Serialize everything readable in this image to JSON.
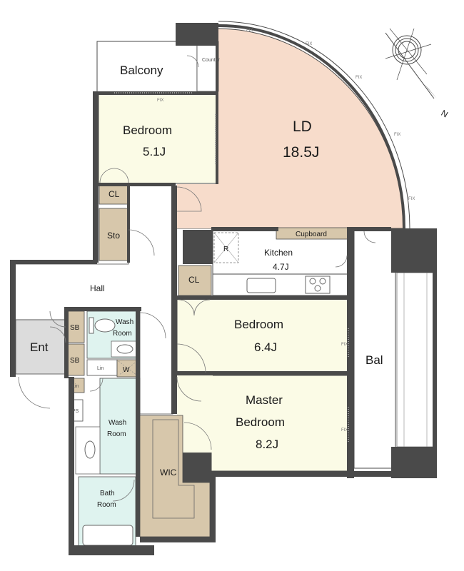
{
  "rooms": {
    "balcony_top": {
      "name": "Balcony"
    },
    "counter": {
      "name": "Counter"
    },
    "ld": {
      "name": "LD",
      "size": "18.5J"
    },
    "bedroom1": {
      "name": "Bedroom",
      "size": "5.1J"
    },
    "cl1": {
      "name": "CL"
    },
    "sto": {
      "name": "Sto"
    },
    "hall": {
      "name": "Hall"
    },
    "kitchen": {
      "name": "Kitchen",
      "size": "4.7J"
    },
    "cupboard": {
      "name": "Cupboard"
    },
    "refrigerator": {
      "name": "R"
    },
    "cl2": {
      "name": "CL"
    },
    "bedroom2": {
      "name": "Bedroom",
      "size": "6.4J"
    },
    "bal": {
      "name": "Bal"
    },
    "master": {
      "line1": "Master",
      "line2": "Bedroom",
      "size": "8.2J"
    },
    "ent": {
      "name": "Ent"
    },
    "sb1": {
      "name": "SB"
    },
    "sb2": {
      "name": "SB"
    },
    "wash1": {
      "line1": "Wash",
      "line2": "Room"
    },
    "lin1": {
      "name": "Lin"
    },
    "w": {
      "name": "W"
    },
    "lin2": {
      "name": "Lin"
    },
    "ps": {
      "name": "PS"
    },
    "wash2": {
      "line1": "Wash",
      "line2": "Room"
    },
    "wic": {
      "name": "WIC"
    },
    "bath": {
      "line1": "Bath",
      "line2": "Room"
    }
  },
  "fix_label": "FIX",
  "compass": {
    "north": "N"
  },
  "colors": {
    "ld_fill": "#f7dccb",
    "bedroom_fill": "#fbfbe6",
    "wet_fill": "#dff3ef",
    "storage_fill": "#d7c7ab",
    "entrance_fill": "#dcdcdc",
    "wall": "#4a4a4a"
  }
}
